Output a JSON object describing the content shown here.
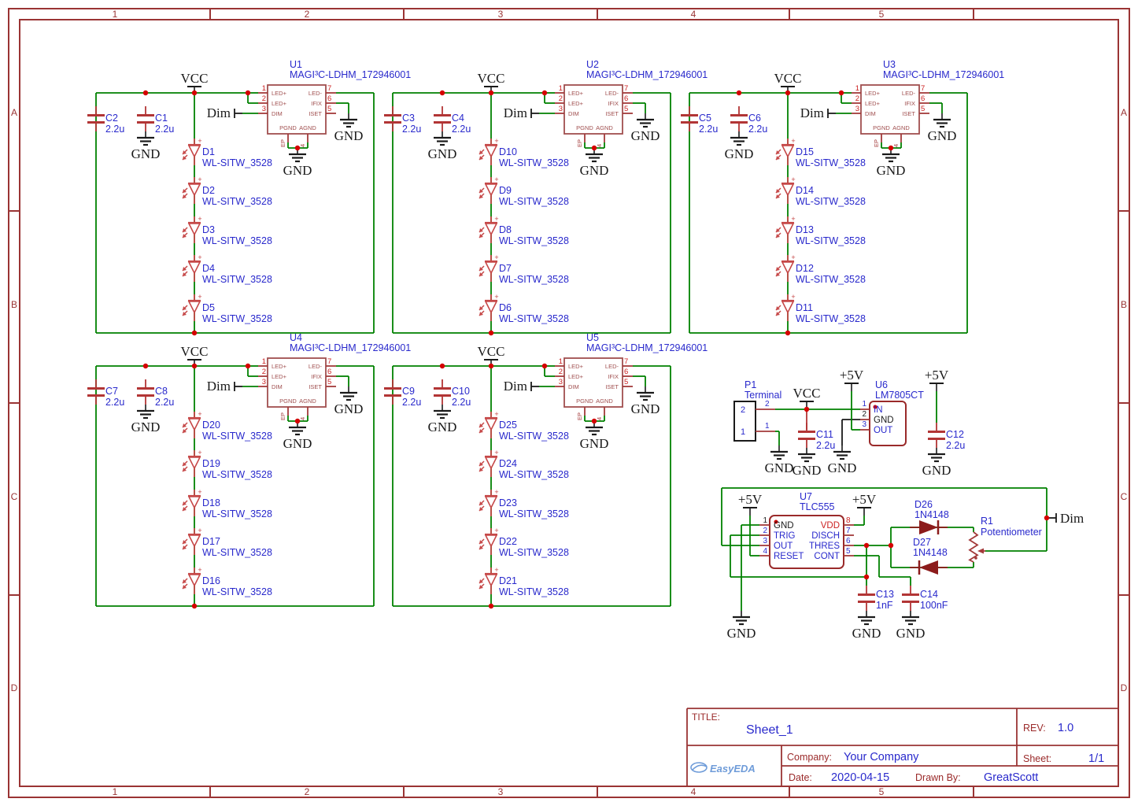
{
  "frame": {
    "cols": [
      "1",
      "2",
      "3",
      "4",
      "5"
    ],
    "rows": [
      "A",
      "B",
      "C",
      "D"
    ]
  },
  "title_block": {
    "title_label": "TITLE:",
    "title": "Sheet_1",
    "rev_label": "REV:",
    "rev": "1.0",
    "company_label": "Company:",
    "company": "Your Company",
    "sheet_label": "Sheet:",
    "sheet": "1/1",
    "date_label": "Date:",
    "date": "2020-04-15",
    "drawn_label": "Drawn By:",
    "drawn_by": "GreatScott",
    "logo": "EasyEDA"
  },
  "nets": {
    "vcc": "VCC",
    "gnd": "GND",
    "p5v": "+5V",
    "dim": "Dim"
  },
  "symbols": {
    "plus": "+"
  },
  "cap_value": "2.2u",
  "led_part": "WL-SITW_3528",
  "driver_ic": {
    "part": "MAGI³C-LDHM_172946001",
    "pins_left": [
      "LED+",
      "LED+",
      "DIM"
    ],
    "pin_numbers_left": [
      "1",
      "2",
      "3"
    ],
    "pins_right": [
      "LED-",
      "IFIX",
      "ISET"
    ],
    "pin_numbers_right": [
      "7",
      "6",
      "5"
    ],
    "pins_bottom": [
      "PGND",
      "AGND"
    ],
    "hidden_pins": [
      "EP",
      "4"
    ]
  },
  "blocks": [
    {
      "ref": "U1",
      "cap_left": "C2",
      "cap_right": "C1",
      "leds": [
        "D1",
        "D2",
        "D3",
        "D4",
        "D5"
      ]
    },
    {
      "ref": "U2",
      "cap_left": "C3",
      "cap_right": "C4",
      "leds": [
        "D10",
        "D9",
        "D8",
        "D7",
        "D6"
      ]
    },
    {
      "ref": "U3",
      "cap_left": "C5",
      "cap_right": "C6",
      "leds": [
        "D15",
        "D14",
        "D13",
        "D12",
        "D11"
      ]
    },
    {
      "ref": "U4",
      "cap_left": "C7",
      "cap_right": "C8",
      "leds": [
        "D20",
        "D19",
        "D18",
        "D17",
        "D16"
      ]
    },
    {
      "ref": "U5",
      "cap_left": "C9",
      "cap_right": "C10",
      "leds": [
        "D25",
        "D24",
        "D23",
        "D22",
        "D21"
      ]
    }
  ],
  "power": {
    "p1": {
      "ref": "P1",
      "part": "Terminal",
      "pins": [
        "2",
        "1"
      ]
    },
    "u6": {
      "ref": "U6",
      "part": "LM7805CT",
      "pins": [
        "IN",
        "GND",
        "OUT"
      ],
      "numbers": [
        "1",
        "2",
        "3"
      ]
    },
    "c11": {
      "ref": "C11",
      "value": "2.2u"
    },
    "c12": {
      "ref": "C12",
      "value": "2.2u"
    }
  },
  "osc": {
    "u7": {
      "ref": "U7",
      "part": "TLC555",
      "pins_left": [
        "GND",
        "TRIG",
        "OUT",
        "RESET"
      ],
      "numbers_left": [
        "1",
        "2",
        "3",
        "4"
      ],
      "pins_right": [
        "VDD",
        "DISCH",
        "THRES",
        "CONT"
      ],
      "numbers_right": [
        "8",
        "7",
        "6",
        "5"
      ]
    },
    "d26": {
      "ref": "D26",
      "part": "1N4148"
    },
    "d27": {
      "ref": "D27",
      "part": "1N4148"
    },
    "r1": {
      "ref": "R1",
      "part": "Potentiometer"
    },
    "c13": {
      "ref": "C13",
      "value": "1nF"
    },
    "c14": {
      "ref": "C14",
      "value": "100nF"
    }
  }
}
